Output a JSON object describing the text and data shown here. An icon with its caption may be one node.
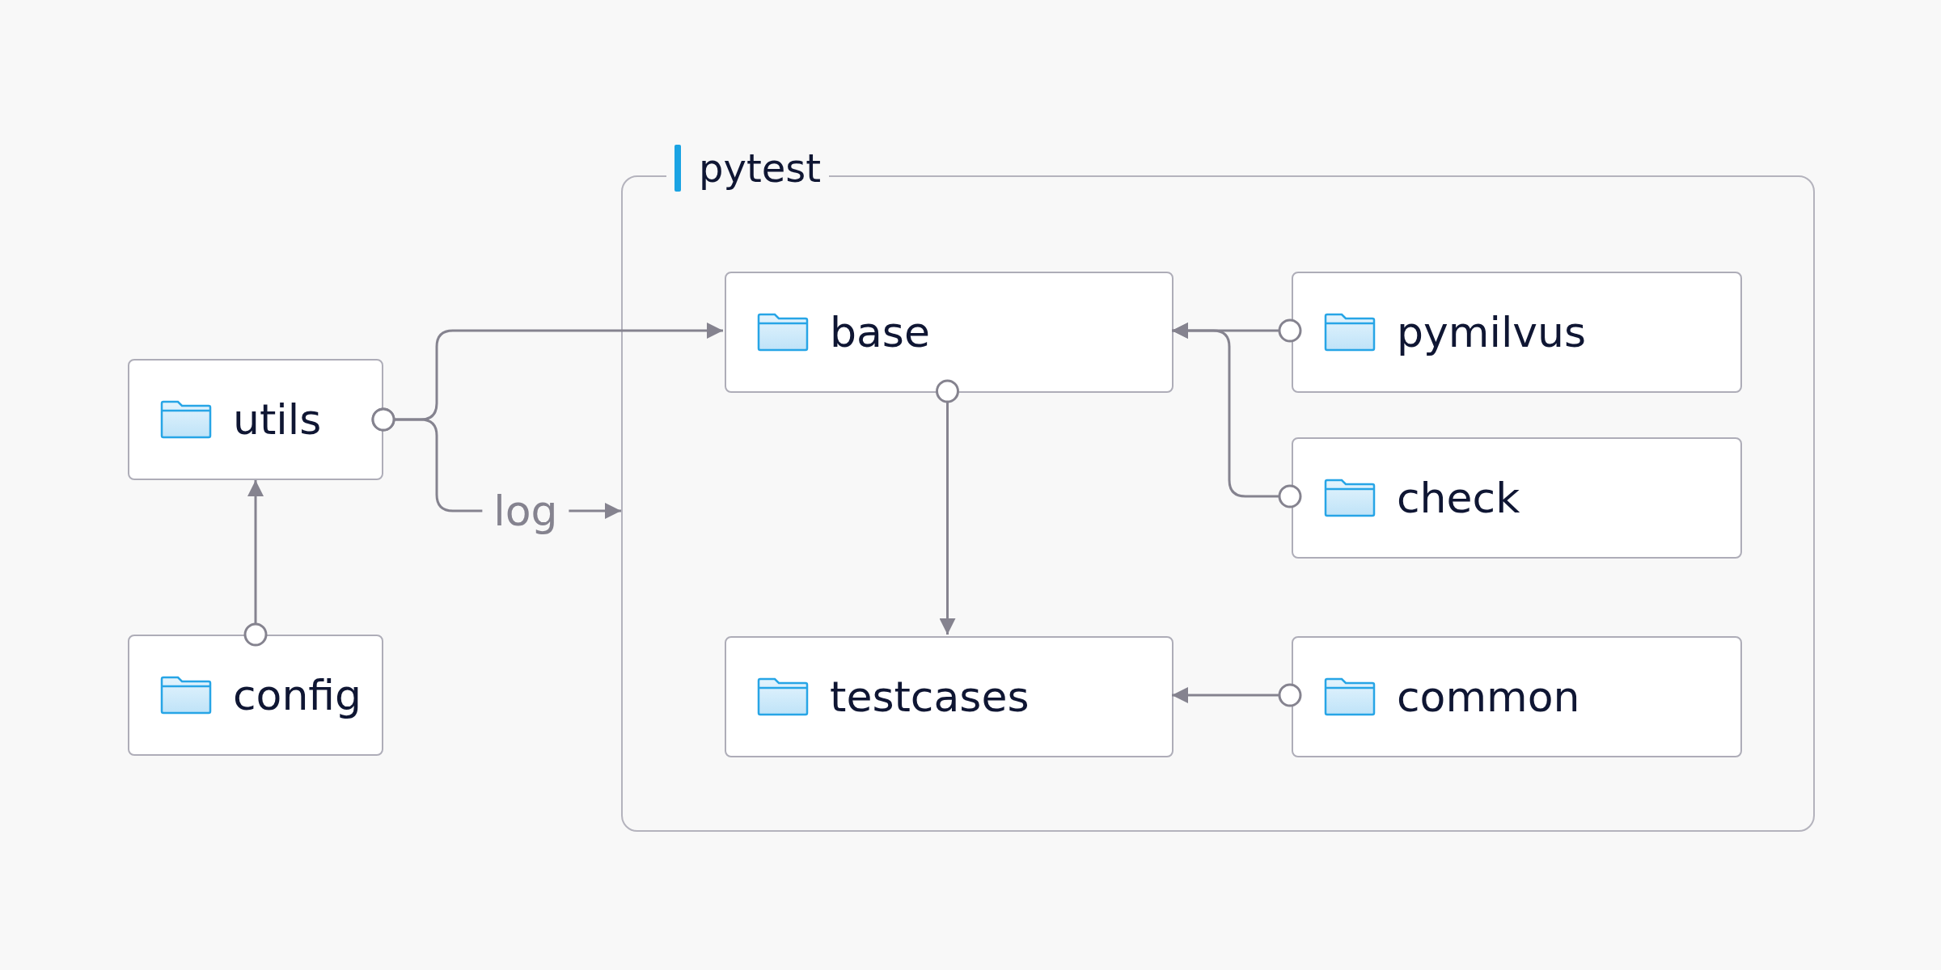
{
  "diagram": {
    "nodes": [
      {
        "text": [
          "utils"
        ]
      },
      {
        "text": [
          "config"
        ]
      },
      {
        "text": [
          "pytest"
        ]
      },
      {
        "text": [
          "base"
        ],
        "in": 2
      },
      {
        "text": [
          "pymilvus"
        ],
        "in": 2
      },
      {
        "text": [
          "check"
        ],
        "in": 2
      },
      {
        "text": [
          "testcases"
        ],
        "in": 2
      },
      {
        "text": [
          "common"
        ],
        "in": 2
      }
    ],
    "edges": [
      {
        "from": 0,
        "to": 3,
        "arrow": "to"
      },
      {
        "from": 0,
        "to": 2,
        "arrow": "to",
        "label": "log"
      },
      {
        "from": 1,
        "to": 0,
        "arrow": "to"
      },
      {
        "from": 4,
        "to": 3,
        "arrow": "to"
      },
      {
        "from": 5,
        "to": 3,
        "arrow": "to"
      },
      {
        "from": 3,
        "to": 6,
        "arrow": "to"
      },
      {
        "from": 7,
        "to": 6,
        "arrow": "to"
      }
    ]
  }
}
